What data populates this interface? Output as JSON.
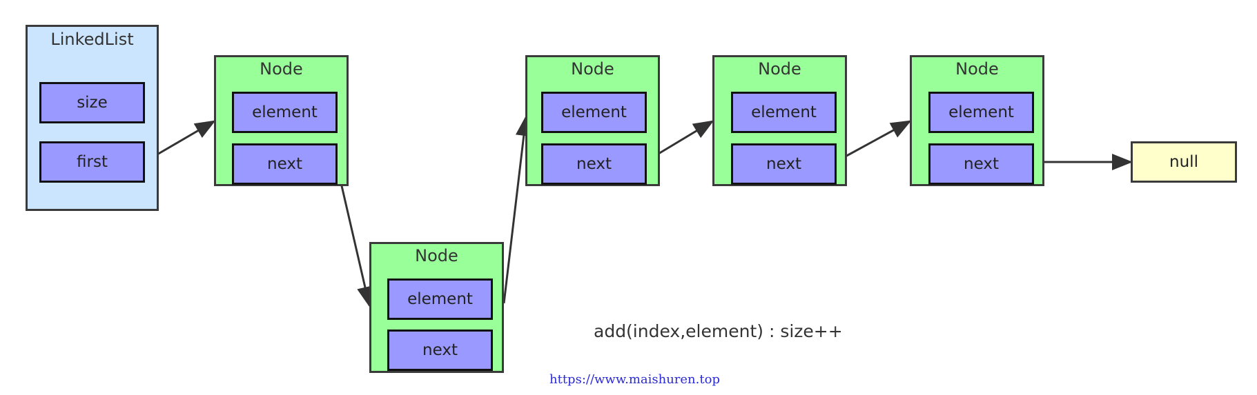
{
  "linked_list": {
    "title": "LinkedList",
    "fields": {
      "size": "size",
      "first": "first"
    }
  },
  "nodes": [
    {
      "title": "Node",
      "element": "element",
      "next": "next"
    },
    {
      "title": "Node",
      "element": "element",
      "next": "next"
    },
    {
      "title": "Node",
      "element": "element",
      "next": "next"
    },
    {
      "title": "Node",
      "element": "element",
      "next": "next"
    },
    {
      "title": "Node",
      "element": "element",
      "next": "next"
    }
  ],
  "null_label": "null",
  "caption": "add(index,element) : size++",
  "watermark": "https://www.maishuren.top",
  "colors": {
    "linked_list_fill": "#cce5ff",
    "node_fill": "#99ff99",
    "field_fill": "#9999ff",
    "null_fill": "#ffffcc",
    "stroke": "#333333",
    "watermark": "#2a2ad6"
  }
}
